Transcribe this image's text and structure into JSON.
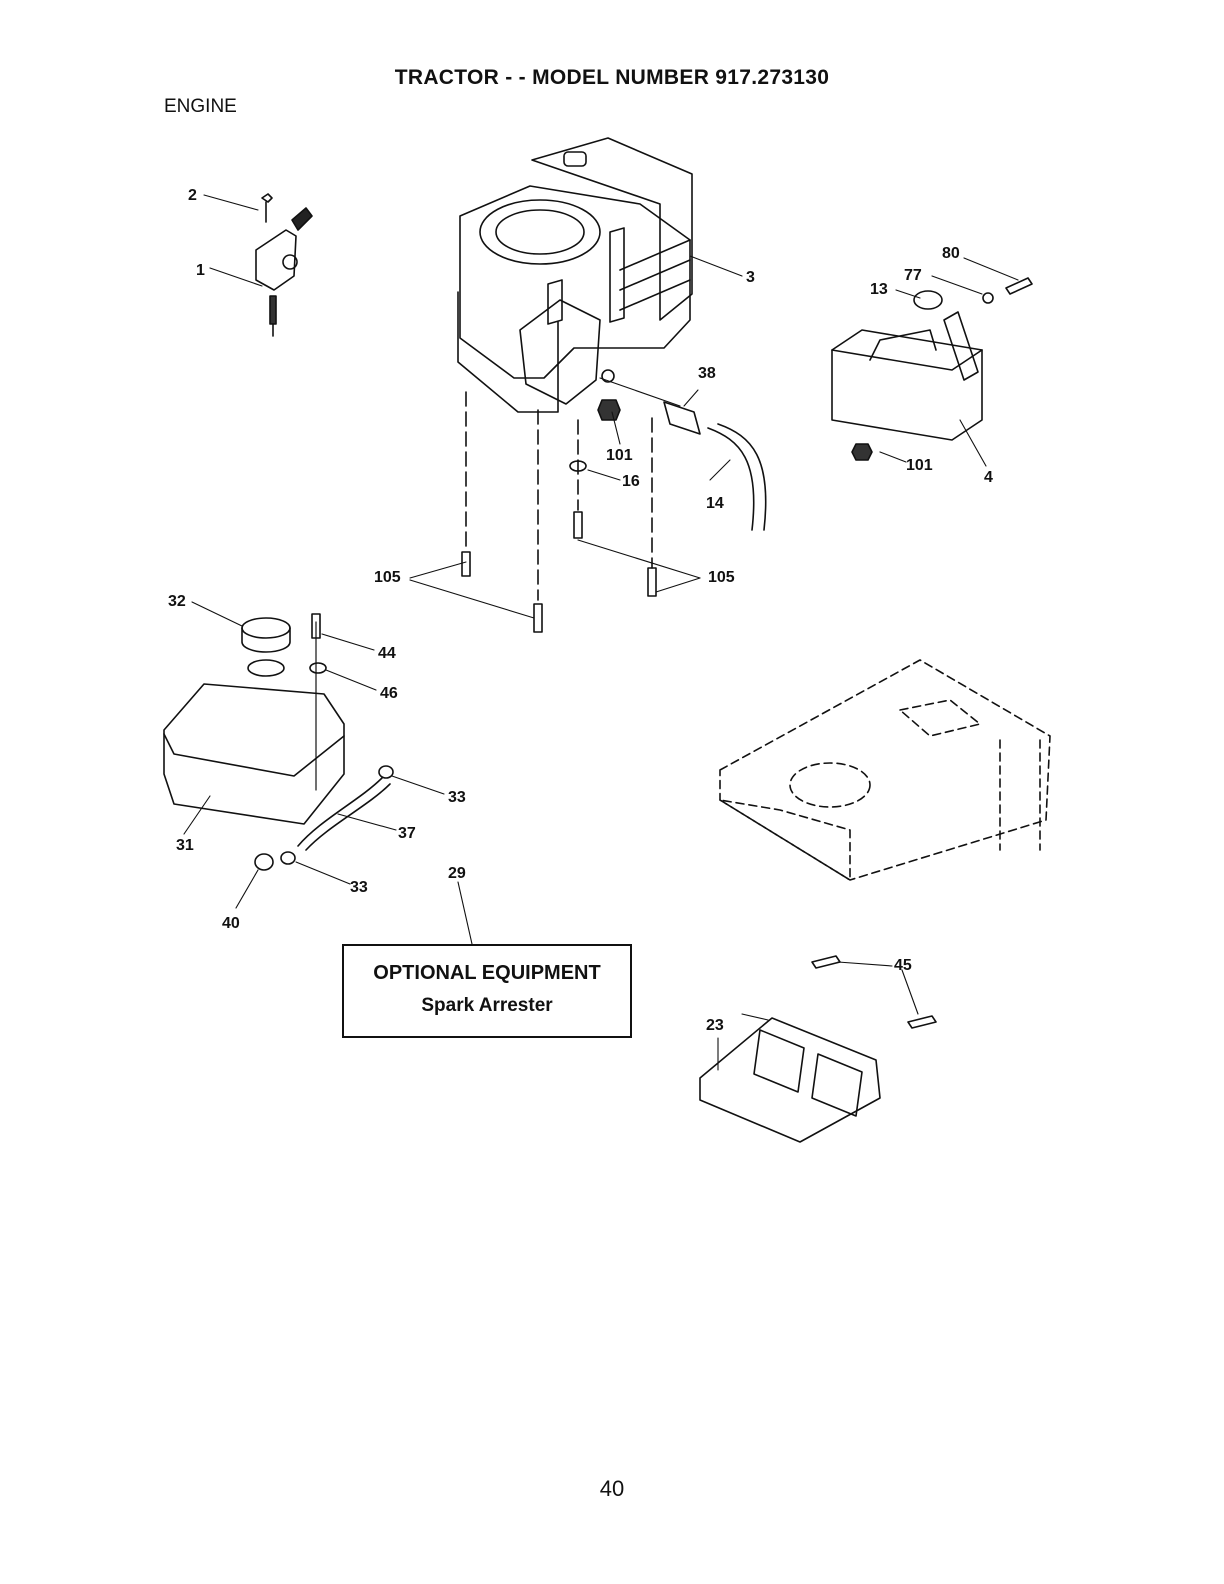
{
  "header": {
    "title": "TRACTOR - - MODEL NUMBER 917.273130",
    "section": "ENGINE"
  },
  "callouts": [
    {
      "id": "c1",
      "label": "1"
    },
    {
      "id": "c2",
      "label": "2"
    },
    {
      "id": "c3",
      "label": "3"
    },
    {
      "id": "c4",
      "label": "4"
    },
    {
      "id": "c13",
      "label": "13"
    },
    {
      "id": "c14",
      "label": "14"
    },
    {
      "id": "c16",
      "label": "16"
    },
    {
      "id": "c23",
      "label": "23"
    },
    {
      "id": "c29",
      "label": "29"
    },
    {
      "id": "c31",
      "label": "31"
    },
    {
      "id": "c32",
      "label": "32"
    },
    {
      "id": "c33a",
      "label": "33"
    },
    {
      "id": "c33b",
      "label": "33"
    },
    {
      "id": "c37",
      "label": "37"
    },
    {
      "id": "c38",
      "label": "38"
    },
    {
      "id": "c40",
      "label": "40"
    },
    {
      "id": "c44",
      "label": "44"
    },
    {
      "id": "c45",
      "label": "45"
    },
    {
      "id": "c46",
      "label": "46"
    },
    {
      "id": "c77",
      "label": "77"
    },
    {
      "id": "c80",
      "label": "80"
    },
    {
      "id": "c101a",
      "label": "101"
    },
    {
      "id": "c101b",
      "label": "101"
    },
    {
      "id": "c105a",
      "label": "105"
    },
    {
      "id": "c105b",
      "label": "105"
    }
  ],
  "optional_equipment": {
    "title": "OPTIONAL EQUIPMENT",
    "item": "Spark Arrester"
  },
  "footer": {
    "page_number": "40"
  }
}
